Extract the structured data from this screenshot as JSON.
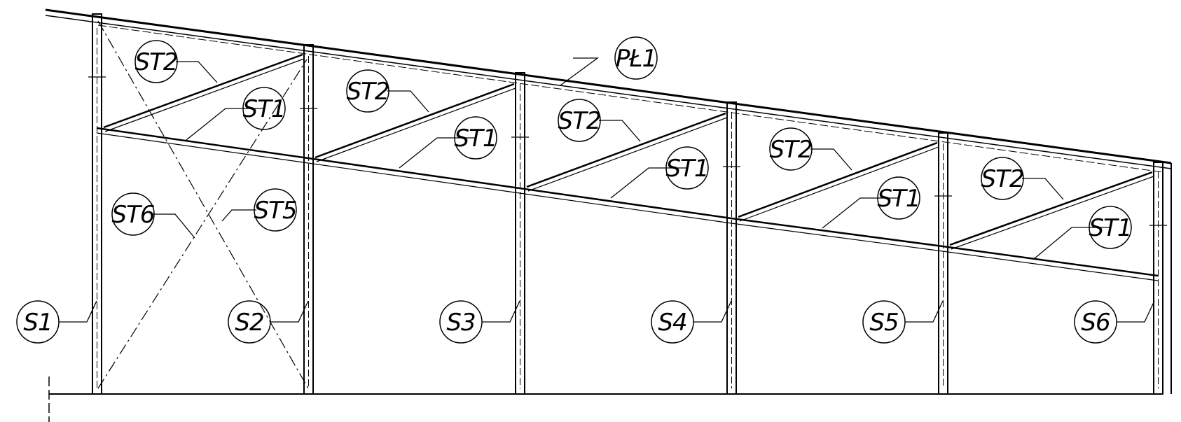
{
  "drawing": {
    "type": "steel frame elevation",
    "stroke_color": "#000000",
    "background": "#ffffff"
  },
  "columns": [
    {
      "id": "S1",
      "label": "S1"
    },
    {
      "id": "S2",
      "label": "S2"
    },
    {
      "id": "S3",
      "label": "S3"
    },
    {
      "id": "S4",
      "label": "S4"
    },
    {
      "id": "S5",
      "label": "S5"
    },
    {
      "id": "S6",
      "label": "S6"
    }
  ],
  "labels": {
    "pl1": "PŁ1",
    "st1": "ST1",
    "st2": "ST2",
    "st5": "ST5",
    "st6": "ST6"
  }
}
